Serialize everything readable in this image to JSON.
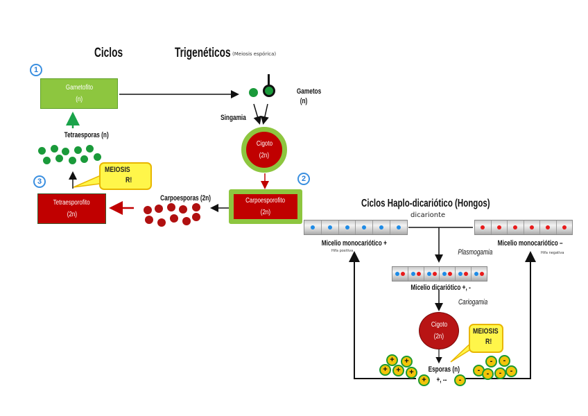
{
  "left_diagram": {
    "title_part1": "Ciclos",
    "title_part2": "Trigenéticos",
    "title_note": "(Meiosis espórica)",
    "step_numbers": [
      "1",
      "2",
      "3"
    ],
    "gametofito": {
      "name": "Gametofito",
      "ploidy": "(n)",
      "color": "#8dc63f"
    },
    "gametos": {
      "name": "Gametos",
      "ploidy": "(n)"
    },
    "singamia_label": "Singamia",
    "cigoto": {
      "name": "Cigoto",
      "ploidy": "(2n)",
      "fill": "#c00000",
      "ring": "#8dc63f"
    },
    "carpoesporofito": {
      "name": "Carpoesporofito",
      "ploidy": "(2n)",
      "fill": "#c00000",
      "border": "#8dc63f"
    },
    "carpoesporas_label": "Carpoesporas (2n)",
    "tetraesporofito": {
      "name": "Tetraesporofito",
      "ploidy": "(2n)",
      "fill": "#c00000"
    },
    "tetraesporas_label": "Tetraesporas (n)",
    "meiosis_bubble": {
      "line1": "MEIOSIS",
      "line2": "R!"
    },
    "tetraespora_color": "#1a9a3a",
    "carpoespora_color": "#b01010"
  },
  "right_diagram": {
    "title": "Ciclos Haplo-dicariótico (Hongos)",
    "subtitle": "dicarionte",
    "micelio_pos": {
      "label": "Micelio monocariótico +",
      "note": "Hifa positiva"
    },
    "micelio_neg": {
      "label": "Micelio monocariótico –",
      "note": "Hifa negativa"
    },
    "plasmogamia_label": "Plasmogamia",
    "micelio_dic": {
      "label": "Micelio dicariótico +, -"
    },
    "cariogamia_label": "Cariogamia",
    "cigoto": {
      "name": "Cigoto",
      "ploidy": "(2n)",
      "fill": "#b81414"
    },
    "meiosis_bubble": {
      "line1": "MEIOSIS",
      "line2": "R!"
    },
    "esporas_label": "Esporas (n)",
    "esporas_sign_label": "+, --",
    "spore_plus_symbol": "+",
    "spore_minus_symbol": "-",
    "strip_cells": 6
  }
}
